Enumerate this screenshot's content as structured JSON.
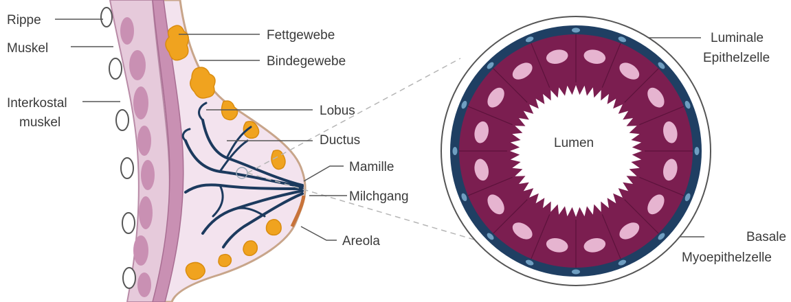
{
  "colors": {
    "skin": "#f3e3ee",
    "skin_edge": "#c8a58a",
    "muscle": "#c990b3",
    "muscle_dark": "#b97aa0",
    "fat": "#f0a31f",
    "fat_edge": "#d98c10",
    "duct": "#1c3a5e",
    "cell": "#7b1e50",
    "cell_nucleus": "#e6b4d0",
    "myo": "#1f3f63",
    "myo_nucleus": "#6f9ec1",
    "rib": "#ffffff",
    "line": "#555555",
    "dash": "#b5b5b5"
  },
  "labels": {
    "rippe": "Rippe",
    "muskel": "Muskel",
    "interkostal_1": "Interkostal",
    "interkostal_2": "muskel",
    "fettgewebe": "Fettgewebe",
    "bindegewebe": "Bindegewebe",
    "lobus": "Lobus",
    "ductus": "Ductus",
    "mamille": "Mamille",
    "milchgang": "Milchgang",
    "areola": "Areola",
    "luminale_1": "Luminale",
    "luminale_2": "Epithelzelle",
    "lumen": "Lumen",
    "basale_1": "Basale",
    "basale_2": "Myoepithelzelle"
  }
}
